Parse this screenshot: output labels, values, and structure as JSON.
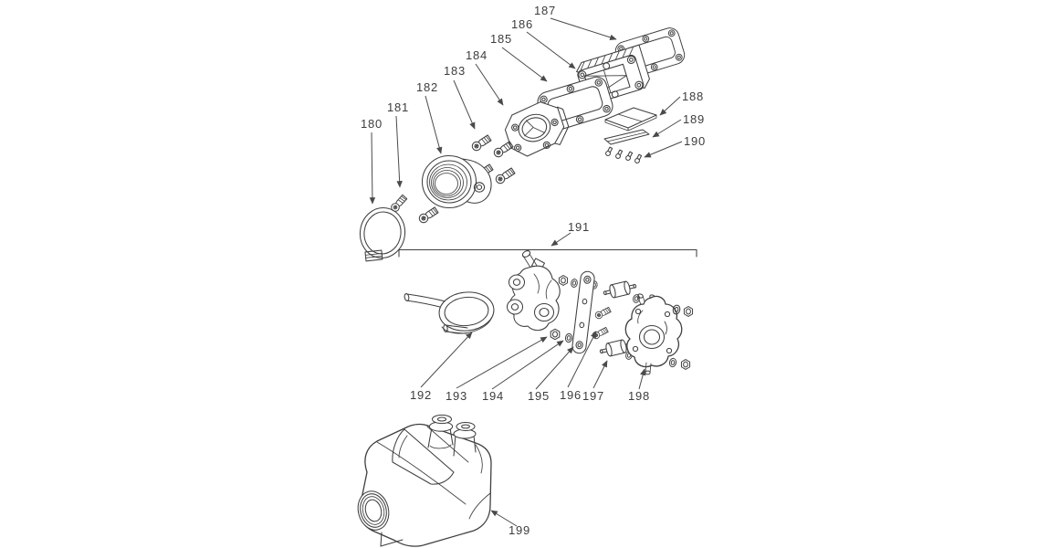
{
  "figure": {
    "background_color": "#ffffff",
    "line_color": "#3f3f3f",
    "label_color": "#3d3d3d",
    "callouts": [
      {
        "ref": "180"
      },
      {
        "ref": "181"
      },
      {
        "ref": "182"
      },
      {
        "ref": "183"
      },
      {
        "ref": "184"
      },
      {
        "ref": "185"
      },
      {
        "ref": "186"
      },
      {
        "ref": "187"
      },
      {
        "ref": "188"
      },
      {
        "ref": "189"
      },
      {
        "ref": "190"
      },
      {
        "ref": "191"
      },
      {
        "ref": "192"
      },
      {
        "ref": "193"
      },
      {
        "ref": "194"
      },
      {
        "ref": "195"
      },
      {
        "ref": "196"
      },
      {
        "ref": "197"
      },
      {
        "ref": "198"
      },
      {
        "ref": "199"
      }
    ]
  }
}
